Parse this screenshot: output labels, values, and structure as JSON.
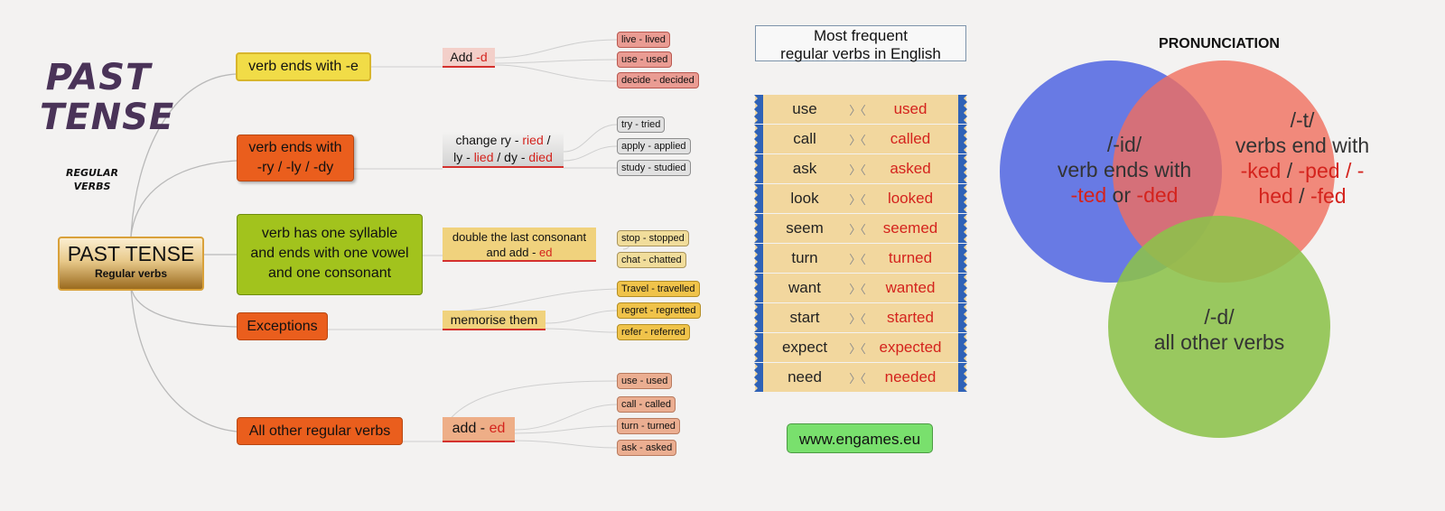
{
  "title": {
    "line1": "PAST",
    "line2": "TENSE",
    "sub1": "REGULAR",
    "sub2": "VERBS"
  },
  "root": {
    "title": "PAST TENSE",
    "subtitle": "Regular verbs"
  },
  "branches": {
    "e": {
      "node": "verb ends with -e",
      "rule_plain": "Add ",
      "rule_red": "-d",
      "examples": [
        "live - lived",
        "use - used",
        "decide - decided"
      ]
    },
    "ry": {
      "node_line1": "verb ends with",
      "node_line2": "-ry / -ly  / -dy",
      "rule_l1a": "change ry - ",
      "rule_l1b": "ried",
      "rule_l1c": " /",
      "rule_l2a": "ly - ",
      "rule_l2b": "lied",
      "rule_l2c": " / dy - ",
      "rule_l2d": "died",
      "examples": [
        "try - tried",
        "apply - applied",
        "study - studied"
      ]
    },
    "syll": {
      "node_line1": "verb has one syllable",
      "node_line2": "and ends with one vowel",
      "node_line3": "and one consonant",
      "rule_l1": "double the last consonant",
      "rule_l2a": "and add - ",
      "rule_l2b": "ed",
      "examples": [
        "stop - stopped",
        "chat - chatted"
      ]
    },
    "exc": {
      "node": "Exceptions",
      "rule": "memorise them",
      "examples": [
        "Travel - travelled",
        "regret - regretted",
        "refer - referred"
      ]
    },
    "other": {
      "node": "All other regular verbs",
      "rule_plain": "add - ",
      "rule_red": "ed",
      "examples": [
        "use - used",
        "call - called",
        "turn - turned",
        "ask - asked"
      ]
    }
  },
  "frequent": {
    "title_l1": "Most frequent",
    "title_l2": "regular verbs in English",
    "arrow": "〉〈",
    "verbs": [
      {
        "base": "use",
        "past": "used"
      },
      {
        "base": "call",
        "past": "called"
      },
      {
        "base": "ask",
        "past": "asked"
      },
      {
        "base": "look",
        "past": "looked"
      },
      {
        "base": "seem",
        "past": "seemed"
      },
      {
        "base": "turn",
        "past": "turned"
      },
      {
        "base": "want",
        "past": "wanted"
      },
      {
        "base": "start",
        "past": "started"
      },
      {
        "base": "expect",
        "past": "expected"
      },
      {
        "base": "need",
        "past": "needed"
      }
    ]
  },
  "website": "www.engames.eu",
  "pronunciation": {
    "title": "PRONUNCIATION",
    "id": {
      "l1": "/-id/",
      "l2": "verb ends with",
      "l3a": "-ted",
      "l3b": " or ",
      "l3c": "-ded"
    },
    "t": {
      "l1": "/-t/",
      "l2": "verbs end with",
      "l3a": "-ked",
      "l3b": "  / ",
      "l3c": "-ped",
      "l3d": " / -",
      "l4a": "hed",
      "l4b": " / ",
      "l4c": "-fed"
    },
    "d": {
      "l1": "/-d/",
      "l2": "all other verbs"
    }
  },
  "colors": {
    "red": "#d4231d",
    "blue": "#5c70e3",
    "salmon": "#f06e5e",
    "green": "#8cc24a",
    "title": "#4a3358"
  }
}
